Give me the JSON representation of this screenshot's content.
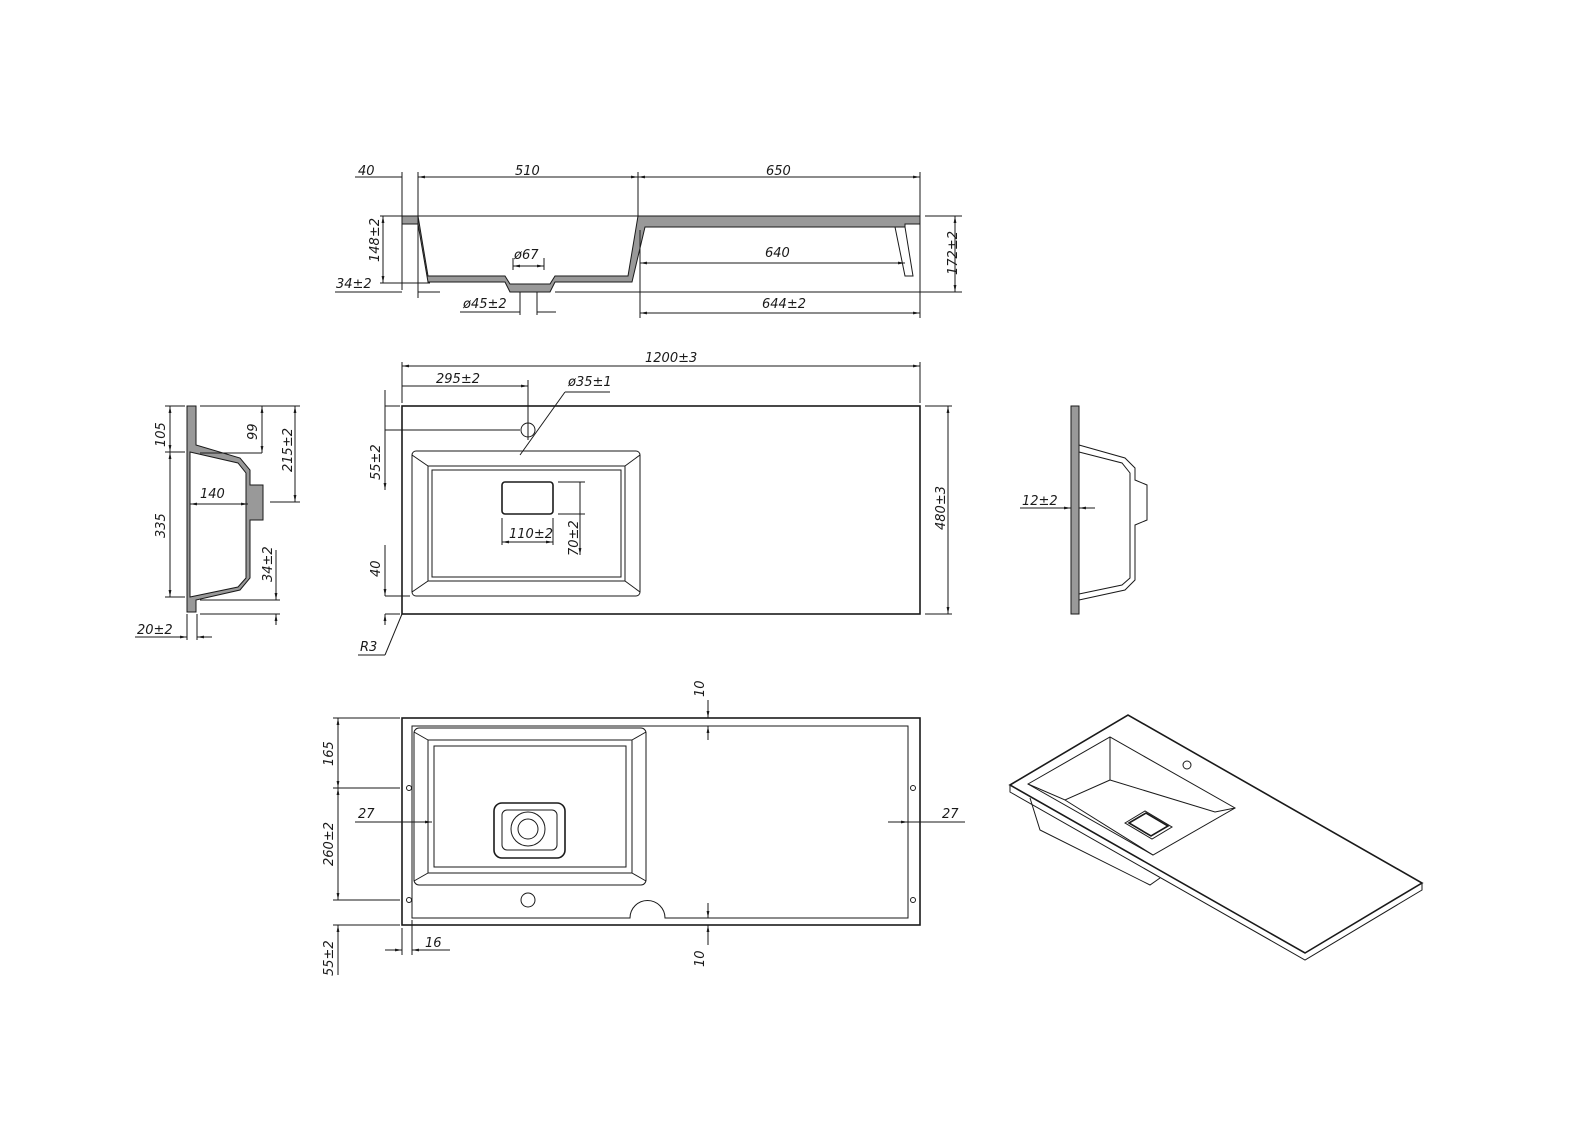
{
  "top_section": {
    "d40": "40",
    "d510": "510",
    "d650": "650",
    "d148": "148±2",
    "d172": "172±2",
    "d640": "640",
    "d644": "644±2",
    "d67": "ø67",
    "d45": "ø45±2",
    "d34": "34±2"
  },
  "plan_view": {
    "d1200": "1200±3",
    "d295": "295±2",
    "d35": "ø35±1",
    "d55": "55±2",
    "d40": "40",
    "d480": "480±3",
    "d110": "110±2",
    "d70": "70±2",
    "r3": "R3"
  },
  "left_side": {
    "d105": "105",
    "d99": "99",
    "d215": "215±2",
    "d140": "140",
    "d335": "335",
    "d34": "34±2",
    "d20": "20±2"
  },
  "right_side": {
    "d12": "12±2"
  },
  "bottom_view": {
    "d165": "165",
    "d260": "260±2",
    "d55": "55±2",
    "d27l": "27",
    "d27r": "27",
    "d16": "16",
    "d10t": "10",
    "d10b": "10"
  }
}
